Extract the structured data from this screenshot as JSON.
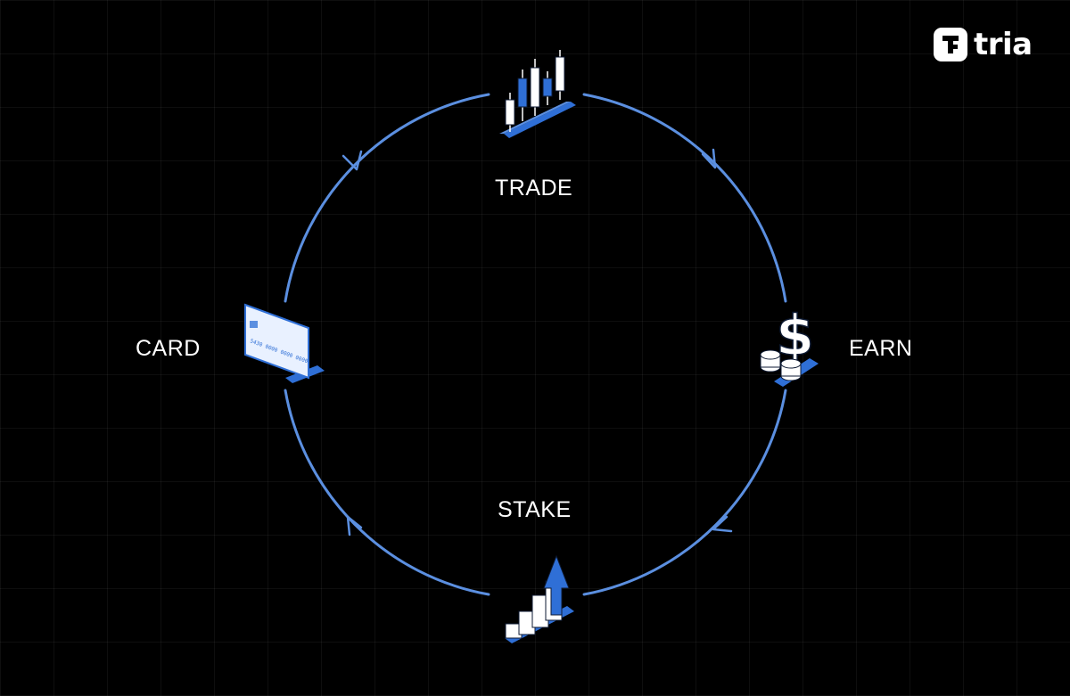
{
  "brand": {
    "name": "tria",
    "icon": "tria-logo-icon"
  },
  "nodes": {
    "trade": {
      "label": "TRADE",
      "icon": "candlestick-chart-icon"
    },
    "earn": {
      "label": "EARN",
      "icon": "dollar-coins-icon"
    },
    "stake": {
      "label": "STAKE",
      "icon": "growth-bars-arrow-icon"
    },
    "card": {
      "label": "CARD",
      "icon": "credit-card-icon"
    }
  },
  "card_number": "5430 0000 0000 0000",
  "colors": {
    "background": "#000000",
    "accent": "#2f6fd6",
    "ring": "#5b8fe0",
    "text": "#ffffff"
  }
}
